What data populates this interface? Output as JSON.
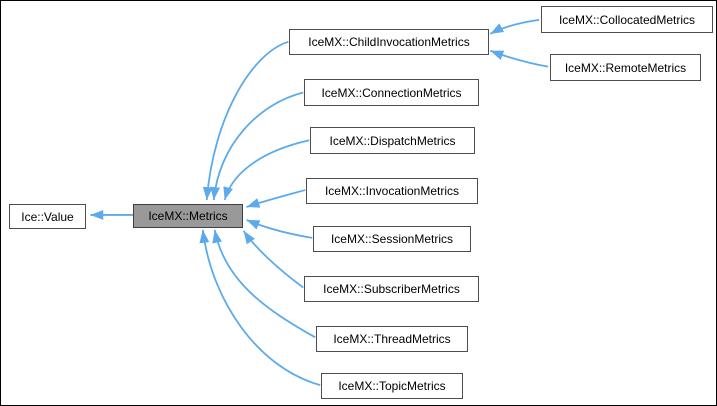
{
  "diagram": {
    "kind": "class-inheritance-graph",
    "arrow_color": "#5caaec",
    "node_fill": "#ffffff",
    "node_border_color": "#4d4d4d",
    "highlight_node_fill": "#999999",
    "background": "#ffffff",
    "nodes": [
      {
        "id": "ice-value",
        "label": "Ice::Value",
        "highlight": false
      },
      {
        "id": "metrics",
        "label": "IceMX::Metrics",
        "highlight": true
      },
      {
        "id": "child-invocation",
        "label": "IceMX::ChildInvocationMetrics",
        "highlight": false
      },
      {
        "id": "connection",
        "label": "IceMX::ConnectionMetrics",
        "highlight": false
      },
      {
        "id": "dispatch",
        "label": "IceMX::DispatchMetrics",
        "highlight": false
      },
      {
        "id": "invocation",
        "label": "IceMX::InvocationMetrics",
        "highlight": false
      },
      {
        "id": "session",
        "label": "IceMX::SessionMetrics",
        "highlight": false
      },
      {
        "id": "subscriber",
        "label": "IceMX::SubscriberMetrics",
        "highlight": false
      },
      {
        "id": "thread",
        "label": "IceMX::ThreadMetrics",
        "highlight": false
      },
      {
        "id": "topic",
        "label": "IceMX::TopicMetrics",
        "highlight": false
      },
      {
        "id": "collocated",
        "label": "IceMX::CollocatedMetrics",
        "highlight": false
      },
      {
        "id": "remote",
        "label": "IceMX::RemoteMetrics",
        "highlight": false
      }
    ],
    "edges": [
      {
        "from": "IceMX::Metrics",
        "to": "Ice::Value"
      },
      {
        "from": "IceMX::ChildInvocationMetrics",
        "to": "IceMX::Metrics"
      },
      {
        "from": "IceMX::ConnectionMetrics",
        "to": "IceMX::Metrics"
      },
      {
        "from": "IceMX::DispatchMetrics",
        "to": "IceMX::Metrics"
      },
      {
        "from": "IceMX::InvocationMetrics",
        "to": "IceMX::Metrics"
      },
      {
        "from": "IceMX::SessionMetrics",
        "to": "IceMX::Metrics"
      },
      {
        "from": "IceMX::SubscriberMetrics",
        "to": "IceMX::Metrics"
      },
      {
        "from": "IceMX::ThreadMetrics",
        "to": "IceMX::Metrics"
      },
      {
        "from": "IceMX::TopicMetrics",
        "to": "IceMX::Metrics"
      },
      {
        "from": "IceMX::CollocatedMetrics",
        "to": "IceMX::ChildInvocationMetrics"
      },
      {
        "from": "IceMX::RemoteMetrics",
        "to": "IceMX::ChildInvocationMetrics"
      }
    ]
  }
}
